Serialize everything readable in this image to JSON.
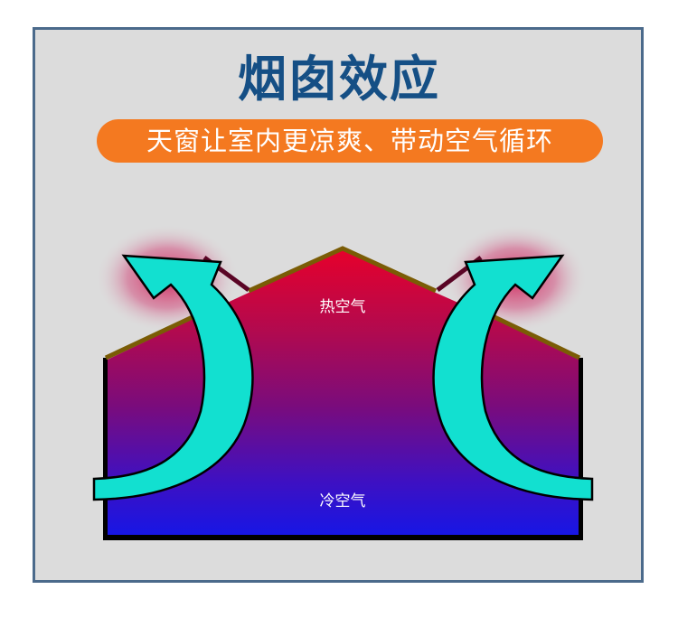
{
  "header": {
    "title": "烟囱效应",
    "subtitle": "天窗让室内更凉爽、带动空气循环"
  },
  "diagram": {
    "hot_air_label": "热空气",
    "cold_air_label": "冷空气",
    "icons": {
      "left_arrow": "curved-arrow-up-left-icon",
      "right_arrow": "curved-arrow-up-right-icon"
    }
  },
  "colors": {
    "frame_border": "#4b6a8b",
    "frame_fill": "#dcdcdc",
    "title": "#154f85",
    "pill": "#f47920",
    "arrow": "#12e0d0",
    "hot": "#e8002a",
    "mid": "#7a0c7c",
    "cold": "#1616e6",
    "roof_edge": "#7a5c05",
    "skylight_panel": "#5a0525"
  }
}
